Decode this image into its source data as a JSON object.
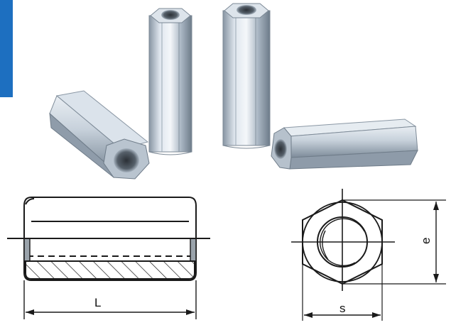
{
  "diagram": {
    "side_view": {
      "length_label": "L"
    },
    "end_view": {
      "width_label": "s",
      "height_label": "e"
    }
  },
  "colors": {
    "accent_bar": "#1d6fc0",
    "steel_light": "#eef2f6",
    "steel_mid": "#b7c3cf",
    "steel_dark": "#6f7e8c",
    "line": "#1a1a1a"
  }
}
